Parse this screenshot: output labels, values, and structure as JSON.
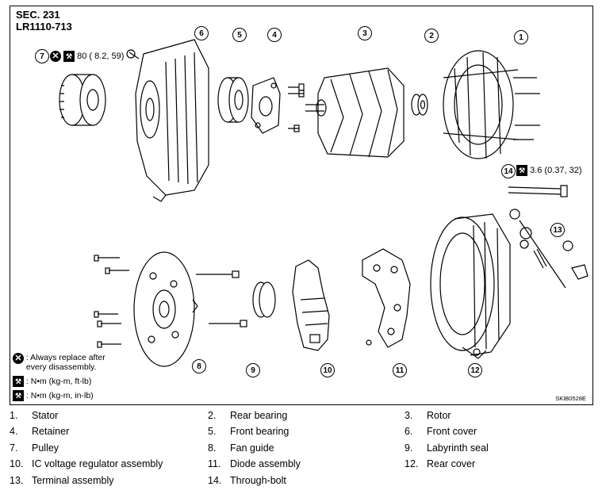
{
  "header": {
    "section": "SEC. 231",
    "model_code": "LR1110-713"
  },
  "torques": [
    {
      "part": "7",
      "value": "80 ( 8.2, 59)"
    },
    {
      "part": "14",
      "value": "3.6 (0.37, 32)"
    }
  ],
  "callouts": [
    "1",
    "2",
    "3",
    "4",
    "5",
    "6",
    "7",
    "8",
    "9",
    "10",
    "11",
    "12",
    "13",
    "14"
  ],
  "legend": {
    "replace": ": Always replace after\n every disassembly.",
    "nm_ftlb": ": N•m  (kg-m,  ft-lb)",
    "nm_inlb": ": N•m  (kg-m,  in-lb)"
  },
  "figure_code": "SKIB0528E",
  "parts": [
    {
      "num": "1.",
      "name": "Stator"
    },
    {
      "num": "2.",
      "name": "Rear bearing"
    },
    {
      "num": "3.",
      "name": "Rotor"
    },
    {
      "num": "4.",
      "name": "Retainer"
    },
    {
      "num": "5.",
      "name": "Front bearing"
    },
    {
      "num": "6.",
      "name": "Front cover"
    },
    {
      "num": "7.",
      "name": "Pulley"
    },
    {
      "num": "8.",
      "name": "Fan guide"
    },
    {
      "num": "9.",
      "name": "Labyrinth seal"
    },
    {
      "num": "10.",
      "name": "IC voltage regulator assembly"
    },
    {
      "num": "11.",
      "name": "Diode assembly"
    },
    {
      "num": "12.",
      "name": "Rear cover"
    },
    {
      "num": "13.",
      "name": "Terminal assembly"
    },
    {
      "num": "14.",
      "name": "Through-bolt"
    }
  ]
}
